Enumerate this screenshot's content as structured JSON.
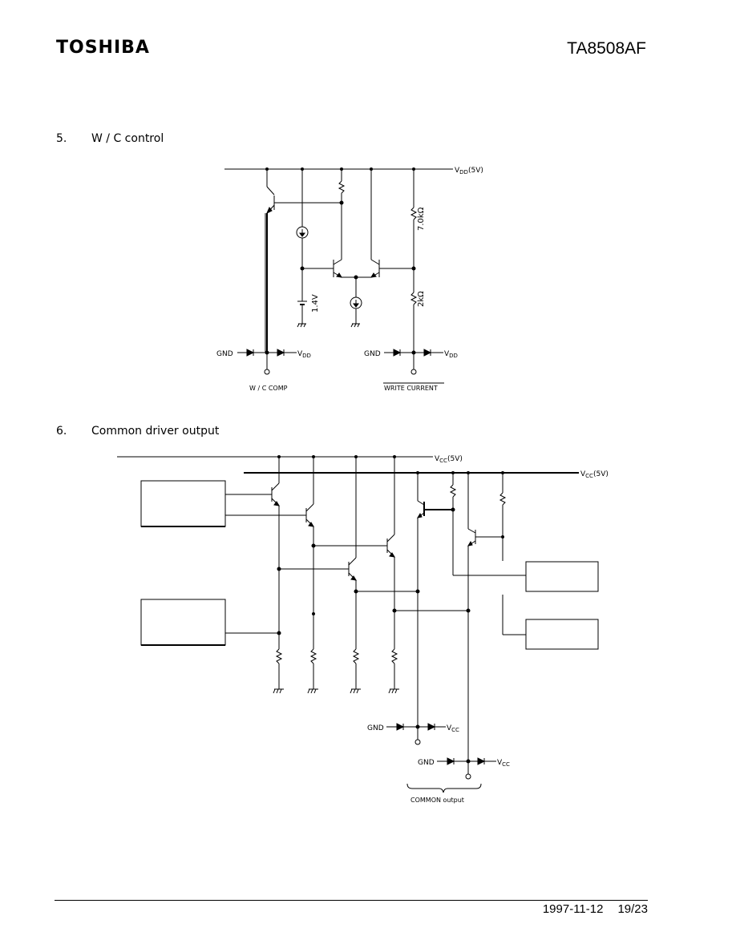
{
  "header": {
    "logo": "TOSHIBA",
    "part_number": "TA8508AF"
  },
  "section5": {
    "number": "5.",
    "title": "W / C control",
    "vdd_label": "V",
    "vdd_sub": "DD",
    "vdd_value": "(5V)",
    "r1": "7.0kΩ",
    "r2": "2kΩ",
    "vref": "1.4V",
    "gnd": "GND",
    "pin1": "W / C COMP",
    "pin2": "WRITE CURRENT"
  },
  "section6": {
    "number": "6.",
    "title": "Common driver output",
    "vcc_label": "V",
    "vcc_sub": "CC",
    "vcc_value": "(5V)",
    "gnd": "GND",
    "pin": "COMMON output"
  },
  "footer": {
    "date": "1997-11-12",
    "page": "19/23"
  }
}
